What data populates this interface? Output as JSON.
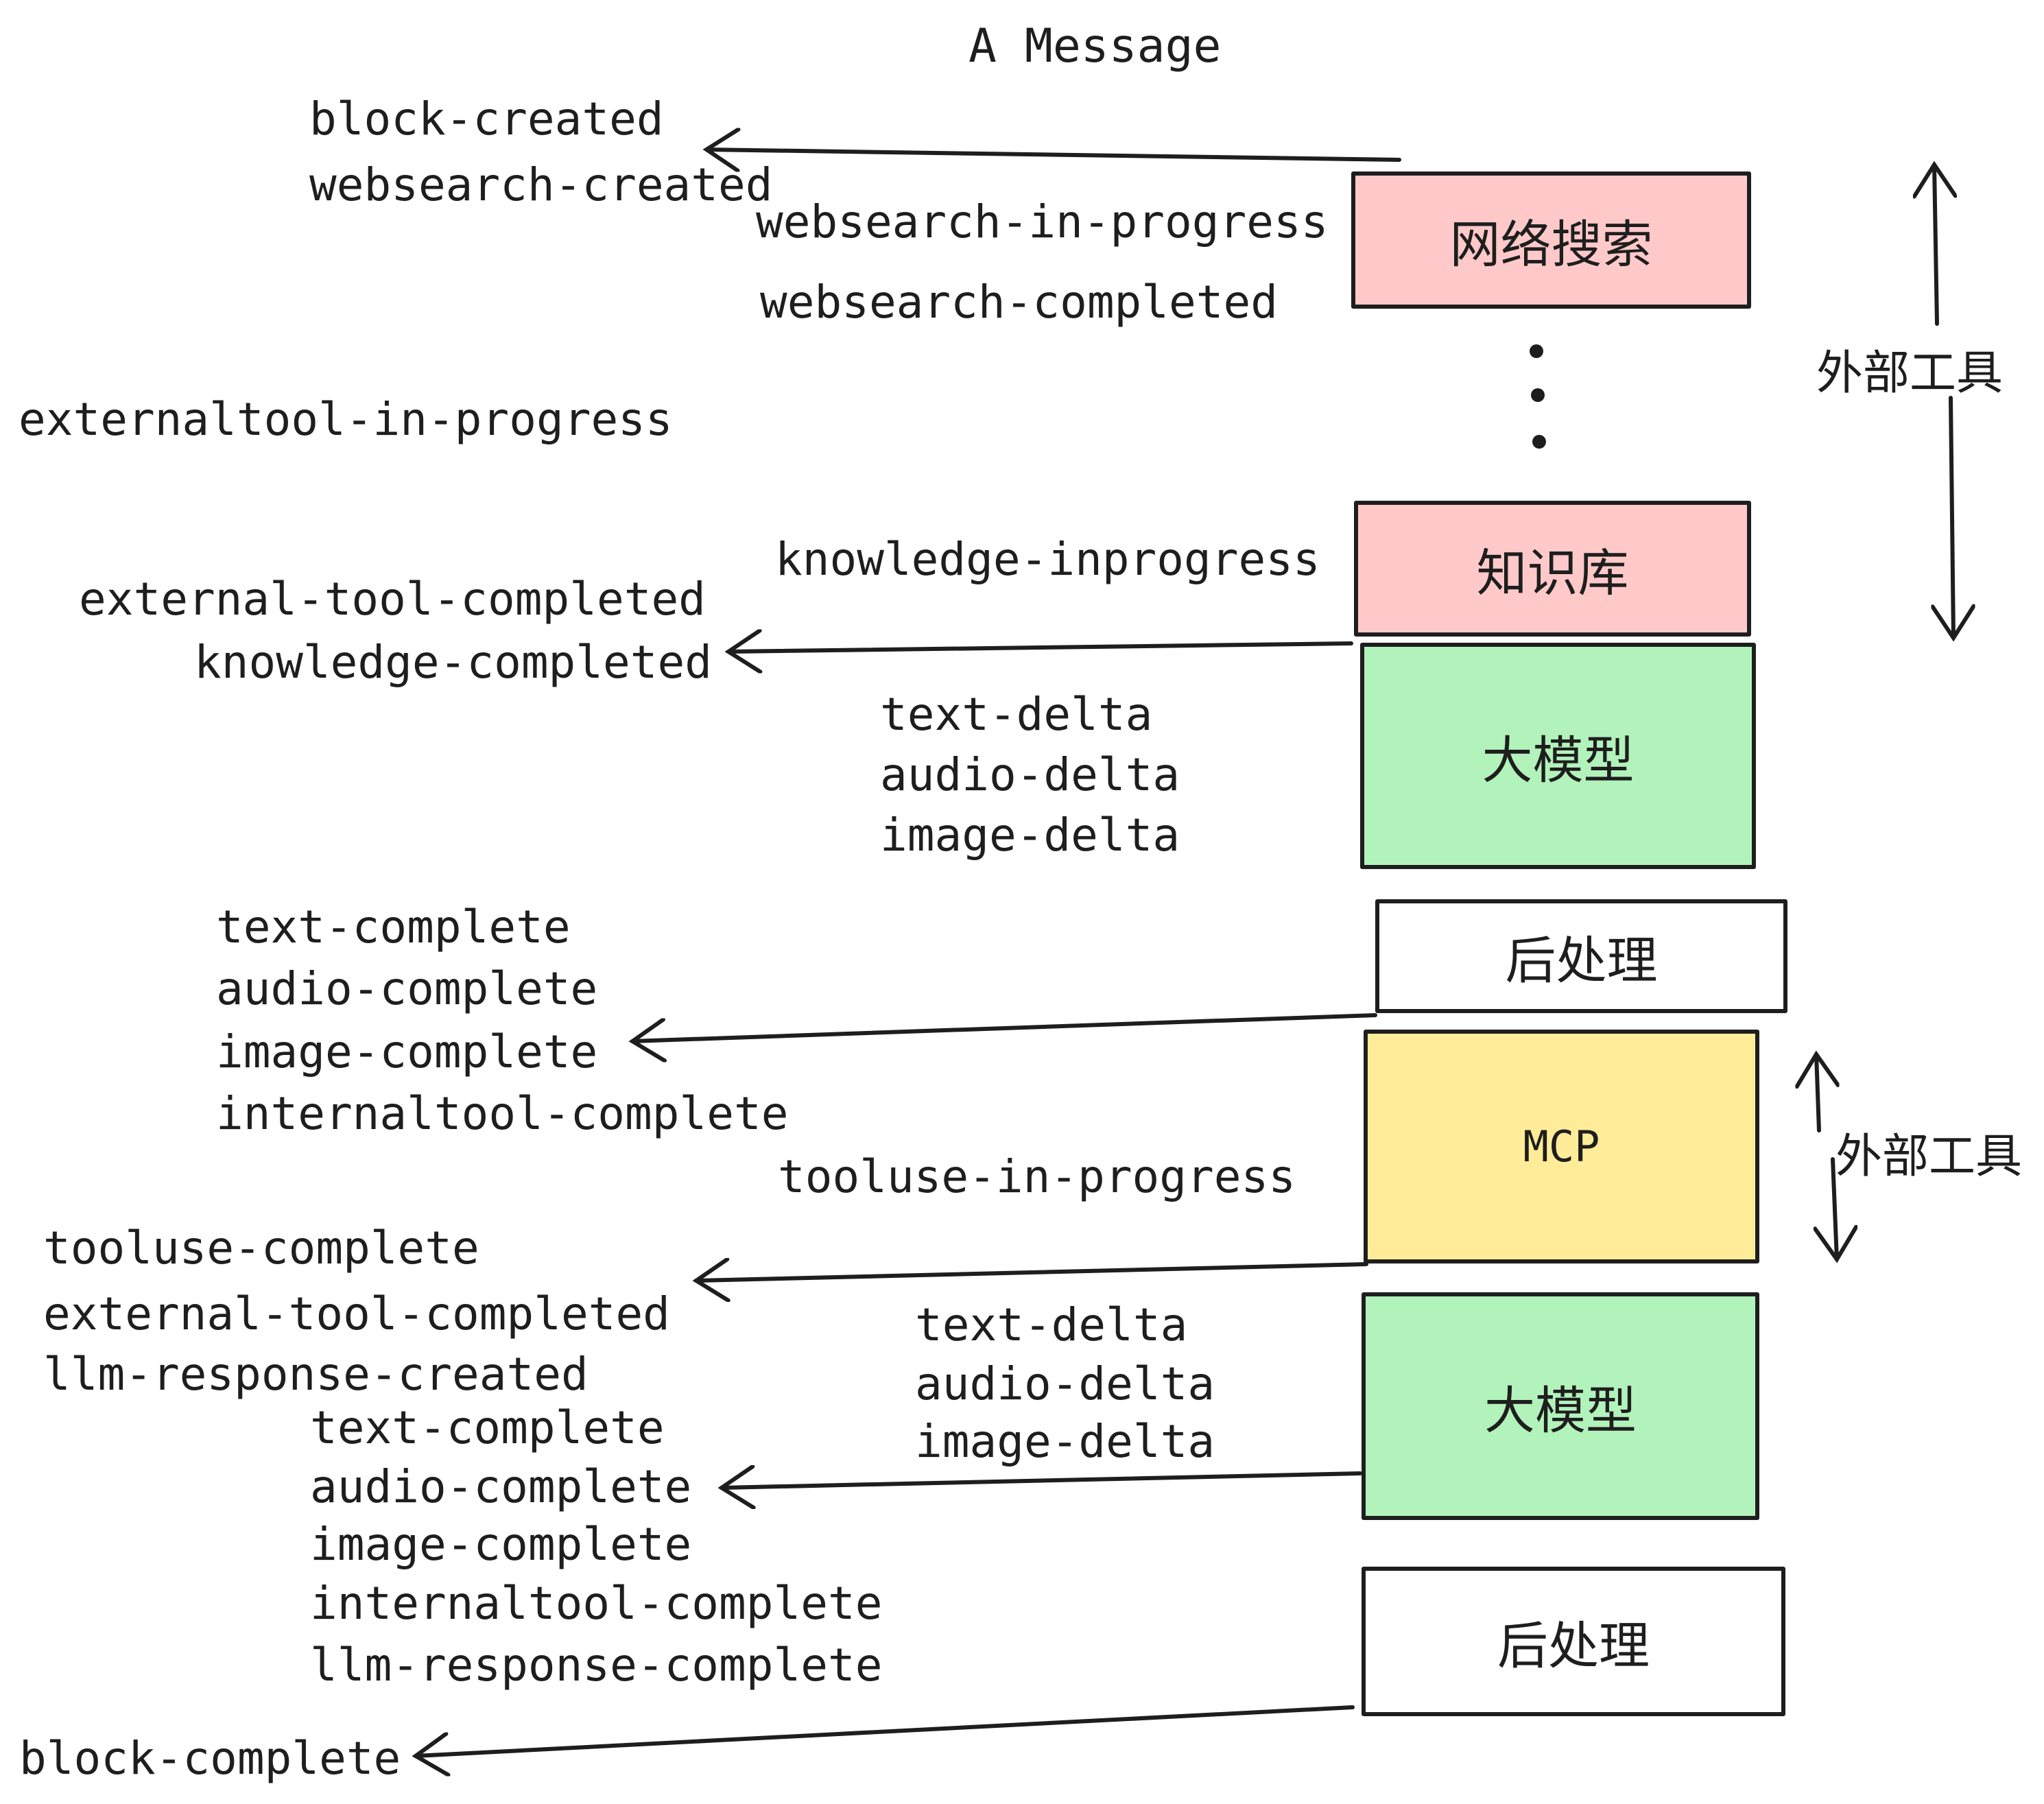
{
  "title": "A Message",
  "events": {
    "block_created": "block-created",
    "websearch_created": "websearch-created",
    "websearch_in_progress": "websearch-in-progress",
    "websearch_completed": "websearch-completed",
    "externaltool_in_progress": "externaltool-in-progress",
    "knowledge_inprogress": "knowledge-inprogress",
    "external_tool_completed": "external-tool-completed",
    "knowledge_completed": "knowledge-completed",
    "text_delta": "text-delta",
    "audio_delta": "audio-delta",
    "image_delta": "image-delta",
    "text_complete": "text-complete",
    "audio_complete": "audio-complete",
    "image_complete": "image-complete",
    "internaltool_complete": "internaltool-complete",
    "tooluse_in_progress": "tooluse-in-progress",
    "tooluse_complete": "tooluse-complete",
    "llm_response_created": "llm-response-created",
    "llm_response_complete": "llm-response-complete",
    "block_complete": "block-complete"
  },
  "nodes": {
    "websearch": "网络搜索",
    "knowledge": "知识库",
    "llm": "大模型",
    "postprocess": "后处理",
    "mcp": "MCP"
  },
  "annotations": {
    "external_tools": "外部工具"
  },
  "colors": {
    "pink": "#ffc9c9",
    "green": "#b2f2bb",
    "yellow": "#ffec99",
    "white": "#ffffff",
    "stroke": "#1e1e1e"
  }
}
